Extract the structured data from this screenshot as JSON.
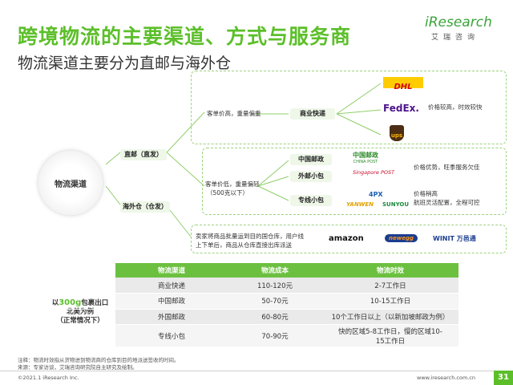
{
  "header": {
    "title": "跨境物流的主要渠道、方式与服务商",
    "subtitle": "物流渠道主要分为直邮与海外仓",
    "logo_brand": "iResearch",
    "logo_cn": "艾瑞咨询"
  },
  "diagram": {
    "root": "物流渠道",
    "branch_direct": "直邮（直发）",
    "branch_overseas": "海外仓（仓发）",
    "direct_high_note": "客单价高，重量偏重",
    "express_label": "商业快递",
    "express_carriers": [
      "DHL",
      "FedEx.",
      "ups"
    ],
    "express_desc": "价格较高，时效较快",
    "direct_low_note_1": "客单价低，重量偏轻",
    "direct_low_note_2": "（500克以下）",
    "post_label": "中国邮政",
    "post_logo_cn": "中国邮政",
    "post_logo_en": "CHINA POST",
    "post_desc": "价格优势，旺季服务欠佳",
    "foreign_post_label": "外邮小包",
    "foreign_post_logo": "Singapore POST",
    "special_label": "专线小包",
    "special_logos": [
      "4PX",
      "YANWEN",
      "SUNYOU"
    ],
    "special_desc_1": "价格稍高",
    "special_desc_2": "航班灵活配置，全程可控",
    "overseas_note_1": "卖家将商品批量运到目的国仓库，用户线",
    "overseas_note_2": "上下单后，商品从仓库直接出库派送",
    "overseas_logos": [
      "amazon",
      "newegg",
      "WINIT 万邑通"
    ]
  },
  "table": {
    "side_label_prefix": "以",
    "side_label_highlight": "300g",
    "side_label_suffix": "包裹出口",
    "side_label_2": "北美为例",
    "side_label_3": "（正常情况下）",
    "headers": [
      "物流渠道",
      "物流成本",
      "物流时效"
    ],
    "rows": [
      [
        "商业快递",
        "110-120元",
        "2-7工作日"
      ],
      [
        "中国邮政",
        "50-70元",
        "10-15工作日"
      ],
      [
        "外国邮政",
        "60-80元",
        "10个工作日以上（以新加坡邮政为例）"
      ],
      [
        "专线小包",
        "70-90元",
        "快的区域5-8工作日，慢的区域10-15工作日"
      ]
    ]
  },
  "footer": {
    "note": "注释：物流时效指从货物进到物流商的仓库到目的地派送签收的时间。",
    "source": "来源：专家访谈，艾瑞咨询研究院自主研究及绘制。",
    "copyright": "©2021.1 iResearch Inc.",
    "website": "www.iresearch.com.cn",
    "page": "31"
  },
  "colors": {
    "brand_green": "#5cbf2a",
    "dhl_red": "#d40511",
    "fedex_purple": "#4d148c",
    "fedex_orange": "#ff6600",
    "ups_brown": "#4b2e14"
  }
}
